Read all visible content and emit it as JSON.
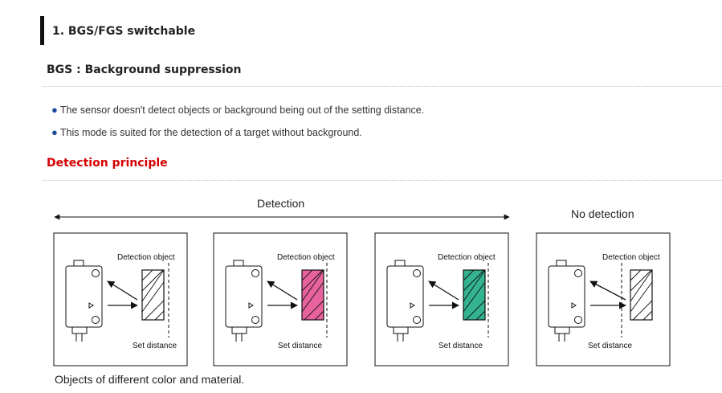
{
  "section": {
    "title": "1. BGS/FGS switchable"
  },
  "bgs": {
    "heading": "BGS : Background suppression",
    "bullets": [
      "The sensor doesn't detect objects or background being out of the setting distance.",
      "This mode is suited for the detection of a target without background."
    ]
  },
  "principle": {
    "heading": "Detection principle",
    "detection_label": "Detection",
    "no_detection_label": "No detection",
    "panels": [
      {
        "object_label": "Detection object",
        "distance_label": "Set distance",
        "fill": "#ffffff"
      },
      {
        "object_label": "Detection object",
        "distance_label": "Set distance",
        "fill": "#e8629d"
      },
      {
        "object_label": "Detection object",
        "distance_label": "Set distance",
        "fill": "#33b38f"
      },
      {
        "object_label": "Detection object",
        "distance_label": "Set distance",
        "fill": "#ffffff"
      }
    ],
    "caption": "Objects of different color and material."
  },
  "colors": {
    "accent_red": "#d50000",
    "bullet_blue": "#1b4d9b"
  }
}
